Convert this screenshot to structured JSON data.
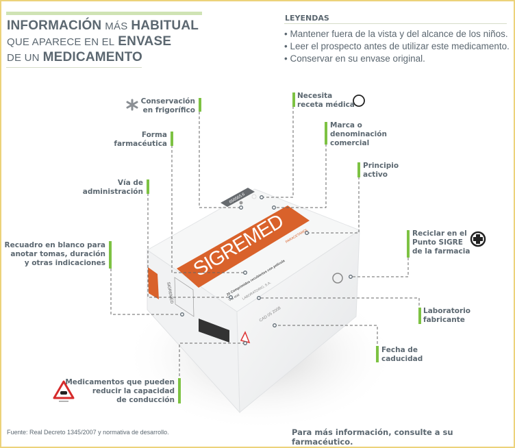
{
  "title": {
    "w1": "INFORMACIÓN",
    "w2": "MÁS",
    "w3": "HABITUAL",
    "w4": "QUE APARECE EN EL",
    "w5": "ENVASE",
    "w6": "DE UN",
    "w7": "MEDICAMENTO"
  },
  "legend": {
    "heading": "LEYENDAS",
    "items": [
      "• Mantener fuera de la vista y del alcance de los niños.",
      "• Leer el prospecto antes de utilizar este medicamento.",
      "• Conservar en su envase original."
    ]
  },
  "labels": {
    "conservacion": [
      "Conservación",
      "en frigorífico"
    ],
    "receta": [
      "Necesita",
      "receta médica"
    ],
    "marca": [
      "Marca o",
      "denominación",
      "comercial"
    ],
    "principio": [
      "Principio",
      "activo"
    ],
    "forma": [
      "Forma",
      "farmacéutica"
    ],
    "via": [
      "Vía de",
      "administración"
    ],
    "recuadro": [
      "Recuadro en blanco para",
      "anotar tomas, duración",
      "y otras indicaciones"
    ],
    "reciclar": [
      "Reciclar en el",
      "Punto SIGRE",
      "de la farmacia"
    ],
    "laboratorio": [
      "Laboratorio",
      "fabricante"
    ],
    "fecha": [
      "Fecha de",
      "caducidad"
    ],
    "conduccion": [
      "Medicamentos que pueden",
      "reducir la capacidad",
      "de conducción"
    ]
  },
  "box": {
    "brand": "SIGREMED",
    "active": "PARACETAMOL",
    "contents": "20 Comprimidos recubiertos con película",
    "route": "Vía oral",
    "lab": "LABORATORIO, S.A.",
    "code": "656565.6",
    "date": "CAD 05 2008"
  },
  "footer": {
    "source": "Fuente: Real Decreto 1345/2007 y normativa de desarrollo.",
    "more": "Para más información, consulte a su farmacéutico."
  },
  "colors": {
    "green": "#7dc243",
    "orange": "#d9622b",
    "text": "#5b6770",
    "frame": "#ecd27a"
  }
}
